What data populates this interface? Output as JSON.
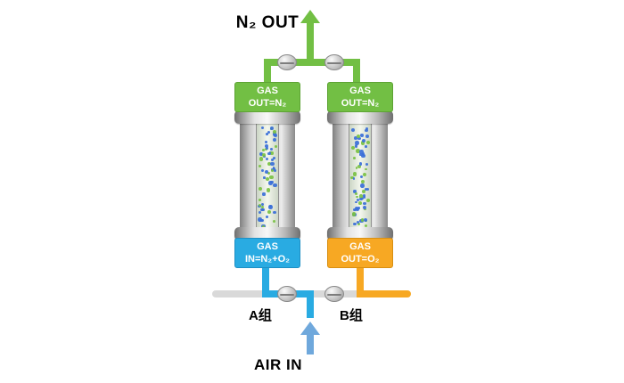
{
  "labels": {
    "n2_out": "N₂ OUT",
    "air_in": "AIR IN",
    "group_a": "A组",
    "group_b": "B组"
  },
  "columns": [
    {
      "id": "A",
      "top_box": {
        "line1": "GAS",
        "line2": "OUT=N₂"
      },
      "bottom_box": {
        "line1": "GAS",
        "line2": "IN=N₂+O₂"
      }
    },
    {
      "id": "B",
      "top_box": {
        "line1": "GAS",
        "line2": "OUT=N₂"
      },
      "bottom_box": {
        "line1": "GAS",
        "line2": "OUT=O₂"
      }
    }
  ],
  "icons": {
    "valves": [
      "valve-icon-top-left",
      "valve-icon-top-right",
      "valve-icon-bottom-left",
      "valve-icon-bottom-right"
    ],
    "arrows": [
      "n2-out-arrow-up",
      "air-in-arrow-up"
    ]
  },
  "colors": {
    "n2_green": "#72bf44",
    "air_blue": "#29abe2",
    "air_arrow_blue": "#6fa8dc",
    "o2_orange": "#f7a823",
    "pipe_gray": "#d9d9d9",
    "dot_blue": "#3a6fd8",
    "dot_green": "#7ac143"
  }
}
